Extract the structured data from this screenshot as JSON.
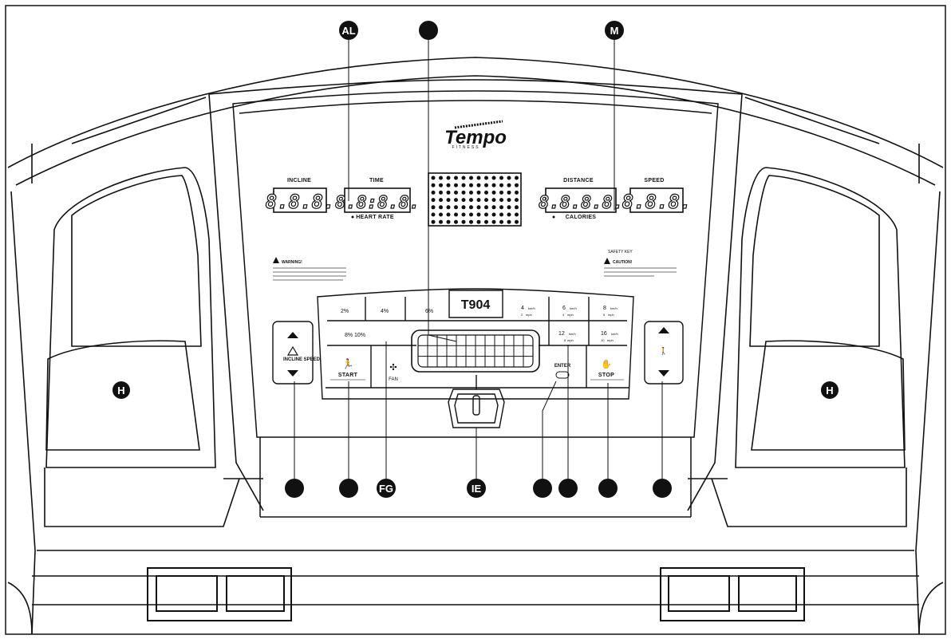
{
  "brand": {
    "logo_word": "Tempo",
    "logo_sub": "FITNESS",
    "model": "T904"
  },
  "displays": {
    "incline": {
      "label": "INCLINE",
      "value": "8.8.8."
    },
    "time": {
      "label": "TIME",
      "value": "8.8:8.8.",
      "sub_label": "HEART RATE"
    },
    "distance": {
      "label": "DISTANCE",
      "value": "8.8.8.8.",
      "sub_label": "CALORIES"
    },
    "speed": {
      "label": "SPEED",
      "value": "8.8.8."
    }
  },
  "warnings": {
    "left_title": "WARNING!",
    "right_title": "CAUTION!",
    "right_safety_key": "SAFETY KEY"
  },
  "incline_presets": [
    "2%",
    "4%",
    "6%",
    "8% 10%"
  ],
  "speed_presets": [
    {
      "kmh": "4",
      "mph": "2"
    },
    {
      "kmh": "6",
      "mph": "4"
    },
    {
      "kmh": "8",
      "mph": "5"
    },
    {
      "kmh": "12",
      "mph": "8"
    },
    {
      "kmh": "16",
      "mph": "10"
    }
  ],
  "unit_kmh": "km/h",
  "unit_mph": "mph",
  "controls": {
    "incline_speed_label": "INCLINE SPEED",
    "start_label": "START",
    "fan_label": "FAN",
    "enter_label": "ENTER",
    "stop_label": "STOP"
  },
  "callouts": {
    "top_left": "AL",
    "top_middle": "",
    "top_right": "M",
    "handle_left": "H",
    "handle_right": "H",
    "bottom_1": "",
    "bottom_2": "",
    "bottom_3": "FG",
    "bottom_4": "IE",
    "bottom_5": "",
    "bottom_6": "",
    "bottom_7": "",
    "bottom_8": ""
  },
  "colors": {
    "ink": "#111111",
    "paper": "#ffffff"
  }
}
